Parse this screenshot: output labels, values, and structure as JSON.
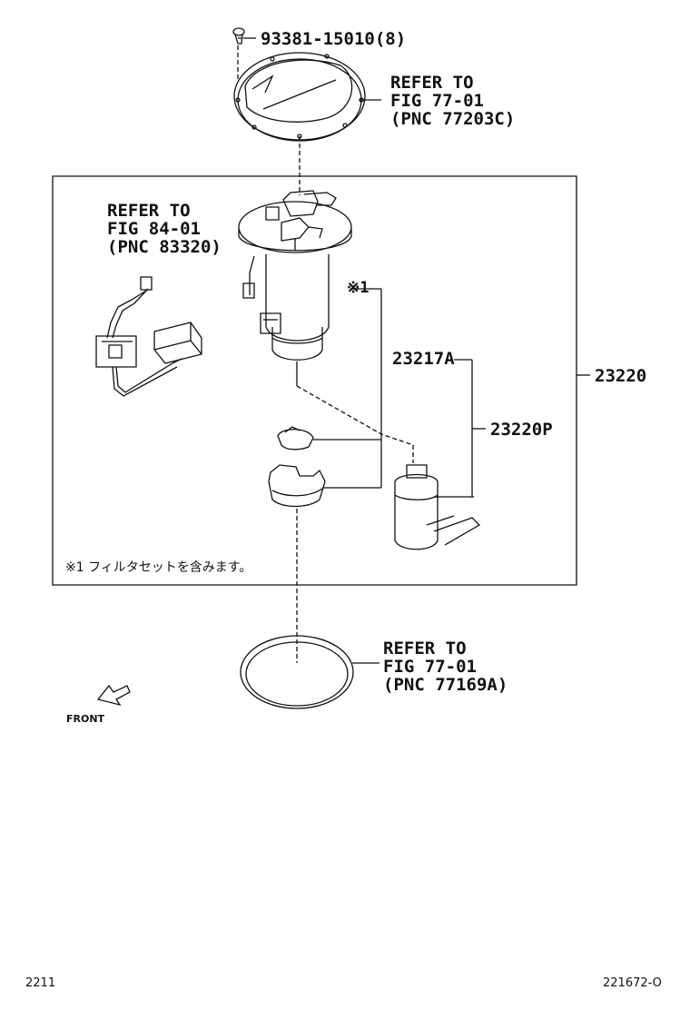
{
  "labels": {
    "screw_part": "93381-15010(8)",
    "refer_top": [
      "REFER TO",
      "FIG 77-01",
      "(PNC 77203C)"
    ],
    "refer_left": [
      "REFER TO",
      "FIG 84-01",
      "(PNC 83320)"
    ],
    "refer_bottom": [
      "REFER TO",
      "FIG 77-01",
      "(PNC 77169A)"
    ],
    "note_marker": "※1",
    "part_23217a": "23217A",
    "part_23220": "23220",
    "part_23220p": "23220P",
    "note_text": "※1 フィルタセットを含みます。",
    "front": "FRONT"
  },
  "footer": {
    "left": "2211",
    "right": "221672-O"
  }
}
